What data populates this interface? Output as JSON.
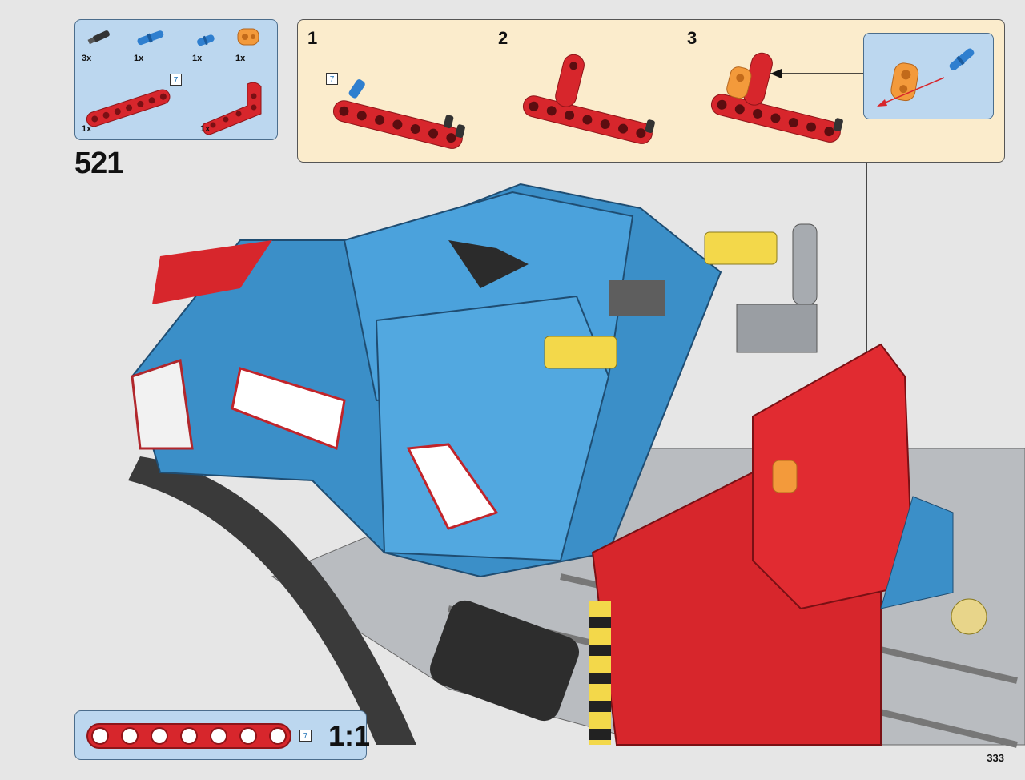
{
  "parts_list": {
    "items": [
      {
        "name": "black-axle-pin",
        "qty": "3x"
      },
      {
        "name": "blue-long-pin",
        "qty": "1x"
      },
      {
        "name": "blue-pin",
        "qty": "1x"
      },
      {
        "name": "orange-connector",
        "qty": "1x"
      },
      {
        "name": "red-beam-7",
        "qty": "1x",
        "length": "7"
      },
      {
        "name": "red-angled-beam",
        "qty": "1x"
      }
    ]
  },
  "substeps": [
    {
      "number": "1",
      "length_tag": "7"
    },
    {
      "number": "2"
    },
    {
      "number": "3"
    }
  ],
  "main_step": "521",
  "scale": {
    "length": "7",
    "label": "1:1"
  },
  "page_number": "333",
  "colors": {
    "parts_bg": "#bcd7ef",
    "substep_bg": "#fbeccc",
    "brick_red": "#d7262c",
    "brick_blue": "#3b8fc8",
    "brick_orange": "#f39a3b",
    "brick_yellow": "#f3d84a"
  }
}
